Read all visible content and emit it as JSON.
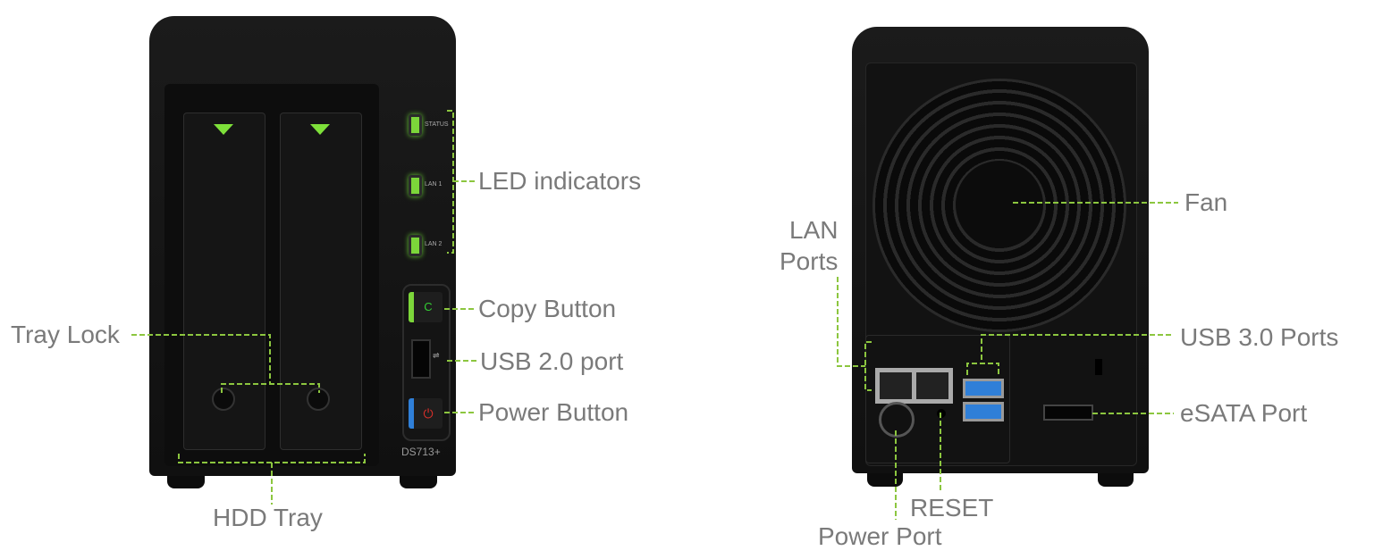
{
  "front": {
    "led_labels": [
      "STATUS",
      "LAN 1",
      "LAN 2"
    ],
    "copy_glyph": "C",
    "model": "DS713+",
    "callouts": {
      "led": "LED indicators",
      "copy": "Copy Button",
      "usb2": "USB 2.0 port",
      "power": "Power Button",
      "tray_lock": "Tray Lock",
      "hdd_tray": "HDD Tray"
    }
  },
  "back": {
    "callouts": {
      "fan": "Fan",
      "lan_line1": "LAN",
      "lan_line2": "Ports",
      "usb3": "USB 3.0 Ports",
      "esata": "eSATA Port",
      "reset": "RESET",
      "power_port": "Power Port"
    }
  },
  "colors": {
    "accent": "#8cc63f",
    "label": "#7a7a7a",
    "led": "#7cd63a",
    "usb3": "#2f7fd8",
    "power": "#e0302a"
  }
}
